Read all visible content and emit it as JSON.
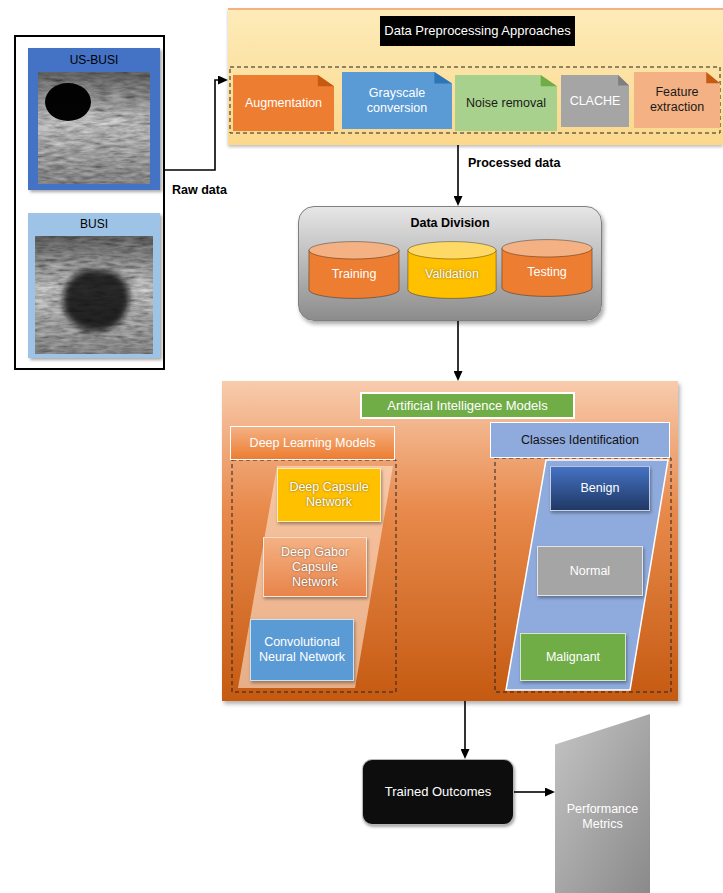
{
  "diagram": {
    "nodes": [
      {
        "text": [
          "Raw data"
        ]
      },
      {
        "text": [
          "US-BUSI"
        ],
        "in": 0
      },
      {
        "text": [
          "BUSI"
        ],
        "in": 0
      },
      {
        "text": [
          "Data Preprocessing Approaches"
        ]
      },
      {
        "text": [
          "Augmentation"
        ],
        "in": 3
      },
      {
        "text": [
          "Grayscale conversion"
        ],
        "in": 3
      },
      {
        "text": [
          "Noise removal"
        ],
        "in": 3
      },
      {
        "text": [
          "CLACHE"
        ],
        "in": 3
      },
      {
        "text": [
          "Feature extraction"
        ],
        "in": 3
      },
      {
        "text": [
          "Data Division"
        ]
      },
      {
        "text": [
          "Training"
        ],
        "in": 9
      },
      {
        "text": [
          "Validation"
        ],
        "in": 9
      },
      {
        "text": [
          "Testing"
        ],
        "in": 9
      },
      {
        "text": [
          "Artificial Intelligence Models"
        ]
      },
      {
        "text": [
          "Deep Learning Models"
        ],
        "in": 13
      },
      {
        "text": [
          "Deep Capsule Network"
        ],
        "in": 14
      },
      {
        "text": [
          "Deep Gabor Capsule Network"
        ],
        "in": 14
      },
      {
        "text": [
          "Convolutional Neural Network"
        ],
        "in": 14
      },
      {
        "text": [
          "Classes Identification"
        ],
        "in": 13
      },
      {
        "text": [
          "Benign"
        ],
        "in": 18
      },
      {
        "text": [
          "Normal"
        ],
        "in": 18
      },
      {
        "text": [
          "Malignant"
        ],
        "in": 18
      },
      {
        "text": [
          "Trained Outcomes"
        ]
      },
      {
        "text": [
          "Performance Metrics"
        ]
      }
    ],
    "edges": [
      {
        "from": 0,
        "to": 3,
        "arrow": "to"
      },
      {
        "from": 3,
        "to": 9,
        "label": "Processed data",
        "arrow": "to"
      },
      {
        "from": 9,
        "to": 13,
        "arrow": "to"
      },
      {
        "from": 14,
        "to": 18,
        "arrow": "to"
      },
      {
        "from": 13,
        "to": 22,
        "arrow": "to"
      },
      {
        "from": 22,
        "to": 23,
        "arrow": "to"
      }
    ]
  }
}
